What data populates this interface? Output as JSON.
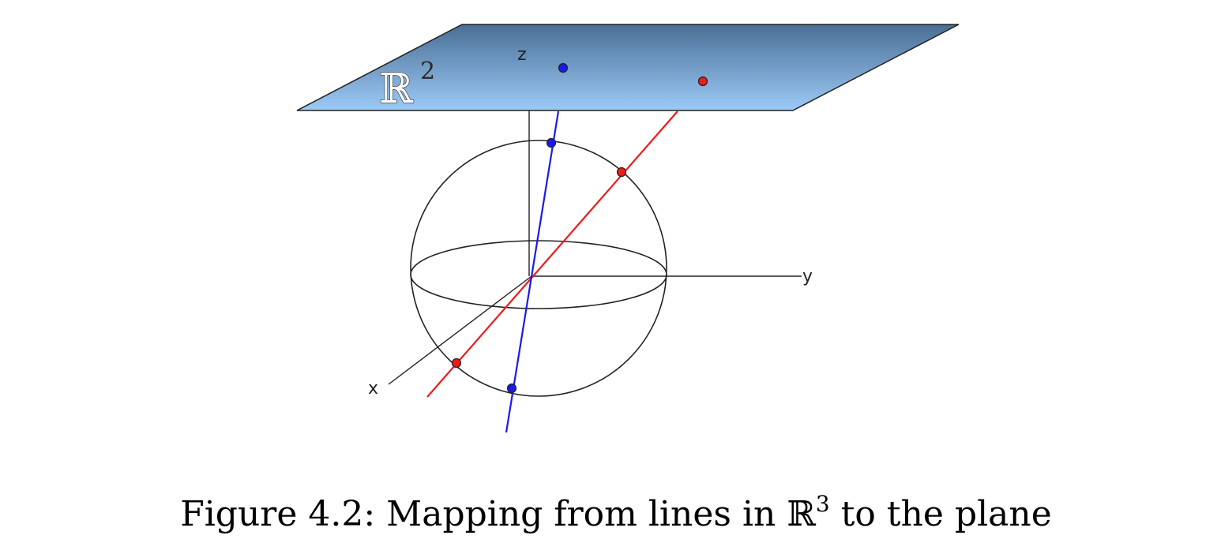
{
  "figure": {
    "plane_label": "ℝ",
    "plane_label_exponent": "2",
    "axes": {
      "x": "x",
      "y": "y",
      "z": "z"
    },
    "colors": {
      "plane_top": "#4a6f95",
      "plane_bottom": "#9ccaf7",
      "line_1": "#1a1aee",
      "line_2": "#ee1a1a",
      "outline": "#222222"
    }
  },
  "caption": {
    "prefix": "Figure 4.2: Mapping from lines in ",
    "set_symbol": "ℝ",
    "exponent": "3",
    "suffix": " to the plane"
  }
}
